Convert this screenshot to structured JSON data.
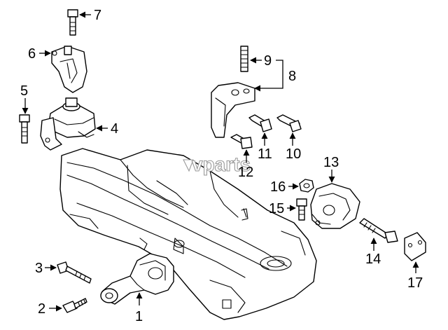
{
  "diagram": {
    "watermark": "vparts",
    "callouts": [
      {
        "id": "c1",
        "label": "1"
      },
      {
        "id": "c2",
        "label": "2"
      },
      {
        "id": "c3",
        "label": "3"
      },
      {
        "id": "c4",
        "label": "4"
      },
      {
        "id": "c5",
        "label": "5"
      },
      {
        "id": "c6",
        "label": "6"
      },
      {
        "id": "c7",
        "label": "7"
      },
      {
        "id": "c8",
        "label": "8"
      },
      {
        "id": "c9",
        "label": "9"
      },
      {
        "id": "c10",
        "label": "10"
      },
      {
        "id": "c11",
        "label": "11"
      },
      {
        "id": "c12",
        "label": "12"
      },
      {
        "id": "c13",
        "label": "13"
      },
      {
        "id": "c14",
        "label": "14"
      },
      {
        "id": "c15",
        "label": "15"
      },
      {
        "id": "c16",
        "label": "16"
      },
      {
        "id": "c17",
        "label": "17"
      }
    ]
  }
}
